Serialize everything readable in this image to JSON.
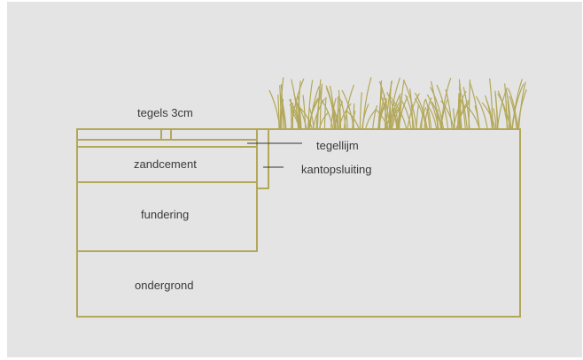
{
  "diagram": {
    "labels": {
      "tiles": "tegels 3cm",
      "tile_adhesive": "tegellijm",
      "sand_cement": "zandcement",
      "edge_finish": "kantopsluiting",
      "foundation": "fundering",
      "subsoil": "ondergrond"
    },
    "colors": {
      "line": "#b3a85a",
      "background": "#e4e4e4",
      "text": "#3a3a3a",
      "leader": "#333333"
    }
  }
}
